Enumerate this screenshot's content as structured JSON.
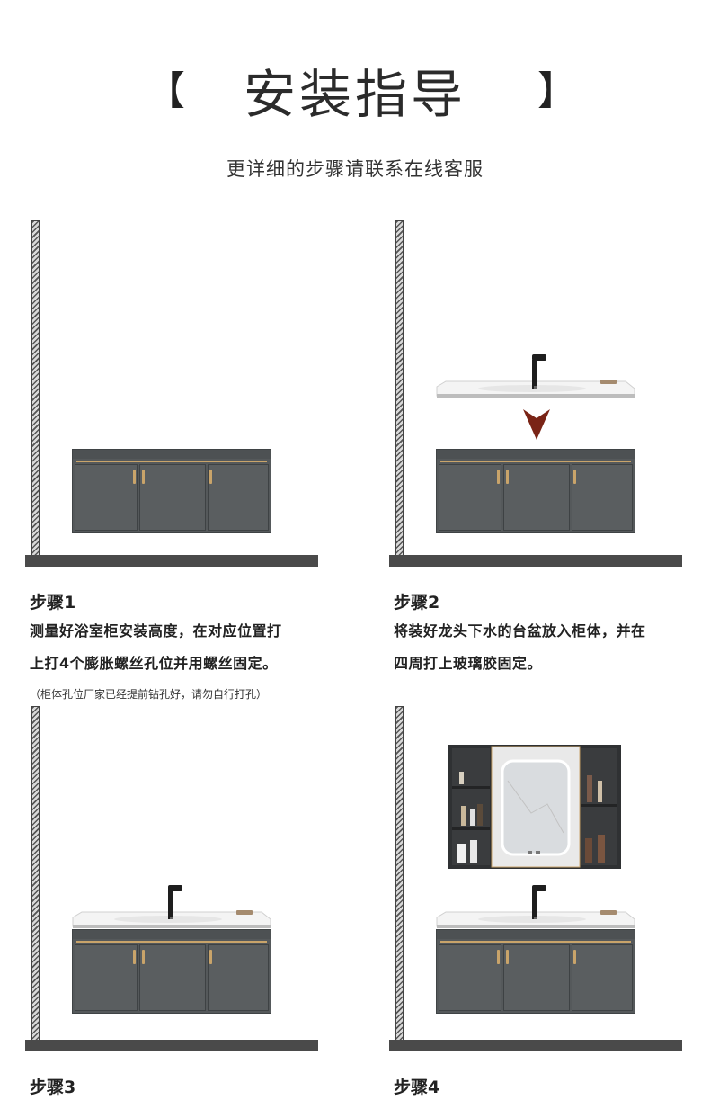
{
  "header": {
    "bracket_left": "【",
    "title": "安装指导",
    "bracket_right": "】",
    "subtitle": "更详细的步骤请联系在线客服"
  },
  "steps": [
    {
      "label": "步骤1",
      "desc_line1": "测量好浴室柜安装高度，在对应位置打",
      "desc_line2": "上打4个膨胀螺丝孔位并用螺丝固定。",
      "note": "（柜体孔位厂家已经提前钻孔好，请勿自行打孔）"
    },
    {
      "label": "步骤2",
      "desc_line1": "将装好龙头下水的台盆放入柜体，并在",
      "desc_line2": "四周打上玻璃胶固定。"
    },
    {
      "label": "步骤3"
    },
    {
      "label": "步骤4"
    }
  ],
  "colors": {
    "cabinet": "#55595b",
    "gold_trim": "#c9a46a",
    "arrow": "#7a2416",
    "floor": "#4a4a4a"
  }
}
